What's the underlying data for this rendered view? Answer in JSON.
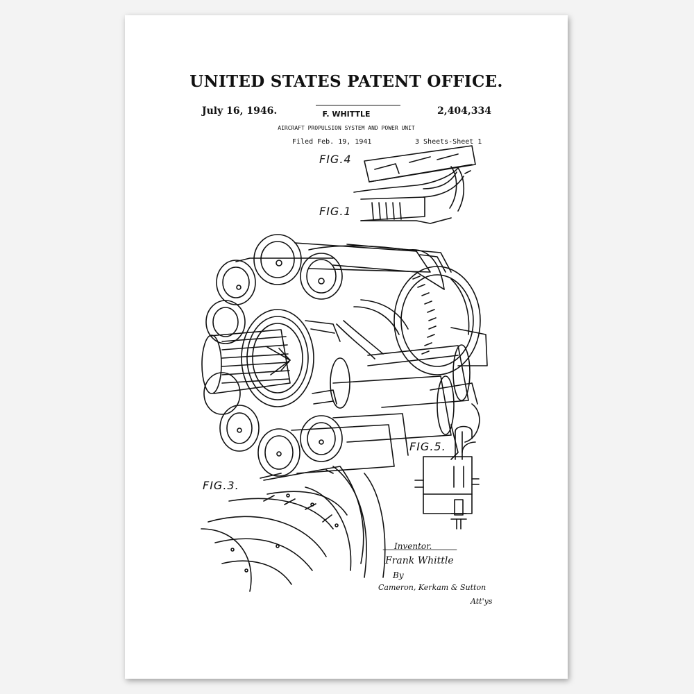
{
  "patent": {
    "title": "UNITED STATES PATENT OFFICE.",
    "date": "July 16, 1946.",
    "inventor": "F. WHITTLE",
    "number": "2,404,334",
    "subtitle": "AIRCRAFT PROPULSION SYSTEM AND POWER UNIT",
    "filed": "Filed Feb. 19, 1941",
    "sheets": "3 Sheets-Sheet 1"
  },
  "figures": {
    "fig4": "FIG.4",
    "fig1": "FIG.1",
    "fig3": "FIG.3.",
    "fig5": "FIG.5."
  },
  "signature": {
    "inventor_label": "Inventor.",
    "inventor_name": "Frank Whittle",
    "by": "By",
    "attorneys": "Cameron, Kerkam & Sutton",
    "attys": "Att'ys"
  }
}
